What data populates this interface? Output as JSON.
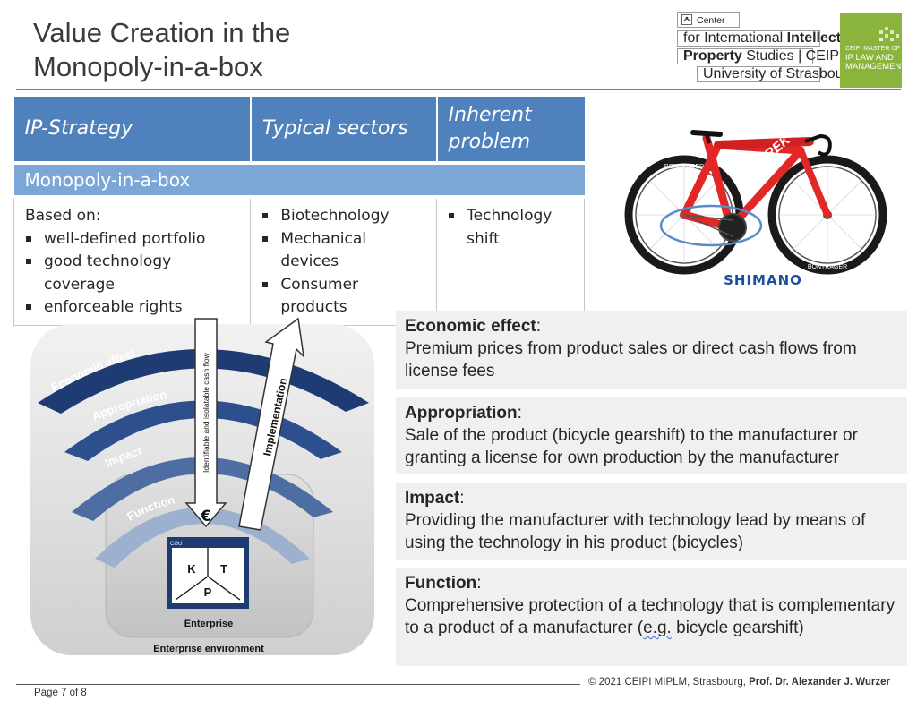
{
  "slide": {
    "title_line1": "Value Creation in the",
    "title_line2": "Monopoly-in-a-box"
  },
  "header_logo": {
    "line1": "Center",
    "line2_regular": "for International",
    "line2_bold": "Intellectual",
    "line3_bold": "Property",
    "line3_regular": "Studies | CEIPI",
    "line4": "University of Strasbourg",
    "brand_small": "CEIPI MASTER OF",
    "brand_line1": "IP LAW AND",
    "brand_line2": "MANAGEMENT",
    "brand_color": "#8ab43c"
  },
  "table": {
    "headers": [
      "IP-Strategy",
      "Typical sectors",
      "Inherent problem"
    ],
    "strategy_row": "Monopoly-in-a-box",
    "col1_intro": "Based on:",
    "col1_items": [
      "well-defined portfolio",
      "good technology coverage",
      "enforceable rights"
    ],
    "col2_items": [
      "Biotechnology",
      "Mechanical devices",
      "Consumer products"
    ],
    "col3_items": [
      "Technology shift"
    ],
    "header_color": "#4f81bd",
    "strategy_color": "#7ba7d6"
  },
  "bike_image": {
    "brand_label": "SHIMANO",
    "frame_label": "TREK",
    "wheel_label": "BONTRAGER"
  },
  "diagram": {
    "arcs": [
      "Economic effect",
      "Appropriation",
      "Impact",
      "Function"
    ],
    "down_arrow_label": "Identifiable and isolatable cash flow",
    "up_arrow_label": "Implementation",
    "currency_symbol": "€",
    "box_label": "CGU",
    "k": "K",
    "t": "T",
    "p": "P",
    "enterprise_label": "Enterprise",
    "environment_label": "Enterprise environment"
  },
  "info_boxes": [
    {
      "head": "Economic effect",
      "text": "Premium prices from product sales or direct cash flows from license fees"
    },
    {
      "head": "Appropriation",
      "text": "Sale of the product (bicycle gearshift) to the manufacturer or granting a license for own production by the manufacturer"
    },
    {
      "head": "Impact",
      "text": "Providing the manufacturer with technology lead by means of using the technology in his product (bicycles)"
    },
    {
      "head": "Function",
      "text_before": "Comprehensive protection of a technology that is complementary to a product of a manufacturer (",
      "text_underlined": "e.g.",
      "text_after": " bicycle gearshift)"
    }
  ],
  "footer": {
    "copyright": "© 2021 CEIPI MIPLM, Strasbourg,",
    "author": "Prof. Dr. Alexander J. Wurzer",
    "page_label": "Page 7 of  8"
  }
}
